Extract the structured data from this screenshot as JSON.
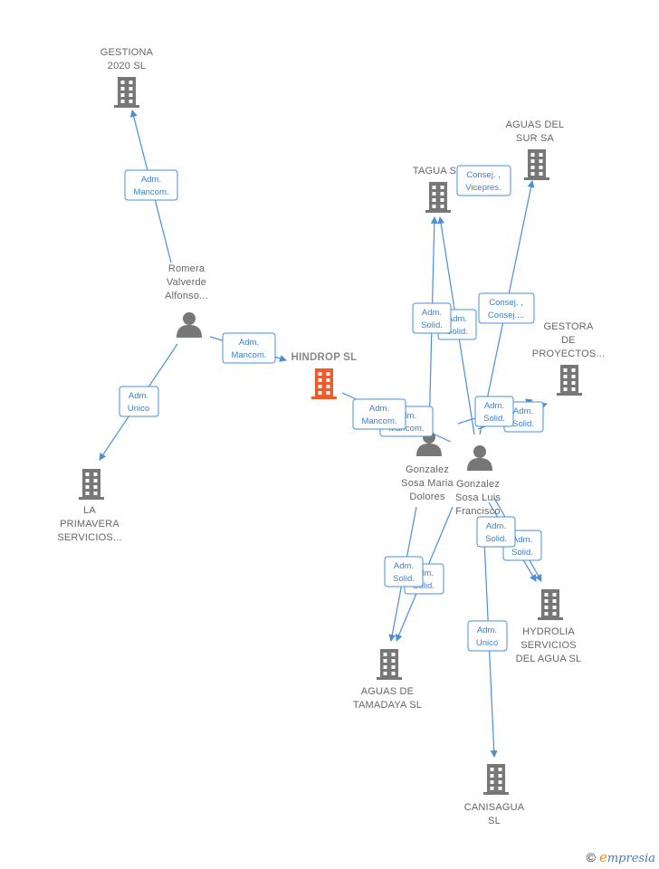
{
  "colors": {
    "edge": "#4a8fd8",
    "company": "#777777",
    "focus": "#f15a29",
    "person": "#777777"
  },
  "companies": [
    {
      "id": "gestiona",
      "lines": [
        "GESTIONA",
        "2020 SL"
      ],
      "icon": "building-icon"
    },
    {
      "id": "hindrop",
      "lines": [
        "HINDROP SL"
      ],
      "icon": "building-icon",
      "focus": true
    },
    {
      "id": "tagua",
      "lines": [
        "TAGUA S"
      ],
      "icon": "building-icon"
    },
    {
      "id": "aguas_sur",
      "lines": [
        "AGUAS DEL",
        "SUR SA"
      ],
      "icon": "building-icon"
    },
    {
      "id": "gestora",
      "lines": [
        "GESTORA",
        "DE",
        "PROYECTOS..."
      ],
      "icon": "building-icon"
    },
    {
      "id": "la_primavera",
      "lines": [
        "LA",
        "PRIMAVERA",
        "SERVICIOS..."
      ],
      "icon": "building-icon"
    },
    {
      "id": "aguas_tamadaya",
      "lines": [
        "AGUAS DE",
        "TAMADAYA SL"
      ],
      "icon": "building-icon"
    },
    {
      "id": "hydrolia",
      "lines": [
        "HYDROLIA",
        "SERVICIOS",
        "DEL AGUA SL"
      ],
      "icon": "building-icon"
    },
    {
      "id": "canisagua",
      "lines": [
        "CANISAGUA",
        "SL"
      ],
      "icon": "building-icon"
    }
  ],
  "persons": [
    {
      "id": "romera",
      "lines": [
        "Romera",
        "Valverde",
        "Alfonso..."
      ],
      "icon": "person-icon"
    },
    {
      "id": "gonzalez_maria",
      "lines": [
        "Gonzalez",
        "Sosa Maria",
        "Dolores"
      ],
      "icon": "person-icon"
    },
    {
      "id": "gonzalez_luis",
      "lines": [
        "Gonzalez",
        "Sosa Luis",
        "Francisco"
      ],
      "icon": "person-icon"
    }
  ],
  "roles": [
    {
      "id": "r1",
      "lines": [
        "Adm.",
        "Mancom."
      ]
    },
    {
      "id": "r2",
      "lines": [
        "Adm.",
        "Mancom."
      ]
    },
    {
      "id": "r3",
      "lines": [
        "Adm.",
        "Unico"
      ]
    },
    {
      "id": "r4",
      "lines": [
        "Consej. ,",
        "Vicepres."
      ]
    },
    {
      "id": "r5",
      "lines": [
        "Adm.",
        "Solid."
      ]
    },
    {
      "id": "r6",
      "lines": [
        "Adm.",
        "Solid."
      ]
    },
    {
      "id": "r7",
      "lines": [
        "Consej. ,",
        "Consej...."
      ]
    },
    {
      "id": "r8",
      "lines": [
        "Adm.",
        "Mancom."
      ]
    },
    {
      "id": "r9",
      "lines": [
        "Adm.",
        "Mancom."
      ]
    },
    {
      "id": "r10",
      "lines": [
        "Adm.",
        "Solid."
      ]
    },
    {
      "id": "r11",
      "lines": [
        "Adm.",
        "Solid."
      ]
    },
    {
      "id": "r12",
      "lines": [
        "Adm.",
        "Solid."
      ]
    },
    {
      "id": "r13",
      "lines": [
        "Adm.",
        "Solid."
      ]
    },
    {
      "id": "r14",
      "lines": [
        "Adm.",
        "Solid."
      ]
    },
    {
      "id": "r15",
      "lines": [
        "Adm.",
        "Solid."
      ]
    },
    {
      "id": "r16",
      "lines": [
        "Adm.",
        "Unico"
      ]
    }
  ],
  "footer": {
    "copyright": "©",
    "brand_first": "e",
    "brand_rest": "mpresia"
  }
}
